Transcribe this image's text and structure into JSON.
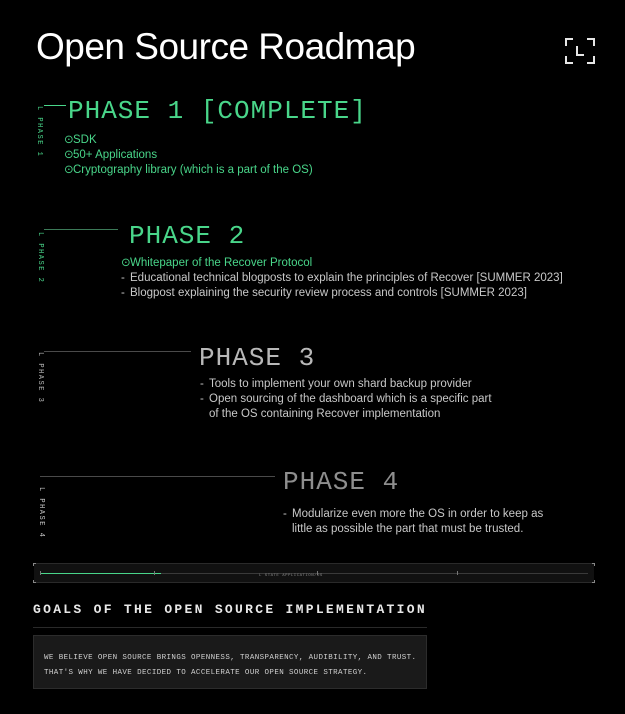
{
  "header": {
    "title": "Open Source Roadmap",
    "expand_icon": "expand-icon"
  },
  "phases": [
    {
      "side_label": "L PHASE 1",
      "title": "PHASE 1 [COMPLETE]",
      "bullet": "⊙",
      "items": [
        "SDK",
        "50+ Applications",
        "Cryptography library (which is a part of the OS)"
      ],
      "color": "#49d68a"
    },
    {
      "side_label": "L PHASE 2",
      "title": "PHASE 2",
      "items": [
        {
          "bullet": "⊙",
          "text": "Whitepaper of the Recover Protocol"
        },
        {
          "bullet": "-",
          "text": "Educational technical blogposts to explain the principles of Recover [SUMMER 2023]"
        },
        {
          "bullet": "-",
          "text": "Blogpost explaining the security review process and controls [SUMMER 2023]"
        }
      ],
      "color": "#49d68a"
    },
    {
      "side_label": "L PHASE 3",
      "title": "PHASE 3",
      "bullet": "-",
      "items": [
        "Tools to implement your own shard backup provider",
        "Open sourcing of the dashboard which is a specific part",
        "of the OS containing Recover implementation"
      ],
      "color": "#b8b8b8"
    },
    {
      "side_label": "L PHASE 4",
      "title": "PHASE 4",
      "bullet": "-",
      "items": [
        "Modularize even more the OS in order to keep as",
        "little as possible the part that must be trusted."
      ],
      "color": "#8e8e8e"
    }
  ],
  "progress": {
    "label": "L STATE APPLICATION/OS",
    "fill_fraction": 0.22
  },
  "goals": {
    "title": "GOALS OF THE OPEN SOURCE IMPLEMENTATION",
    "lines": [
      "WE BELIEVE OPEN SOURCE BRINGS OPENNESS, TRANSPARENCY, AUDIBILITY, AND TRUST.",
      "THAT'S WHY WE HAVE DECIDED TO ACCELERATE OUR OPEN SOURCE STRATEGY."
    ]
  }
}
